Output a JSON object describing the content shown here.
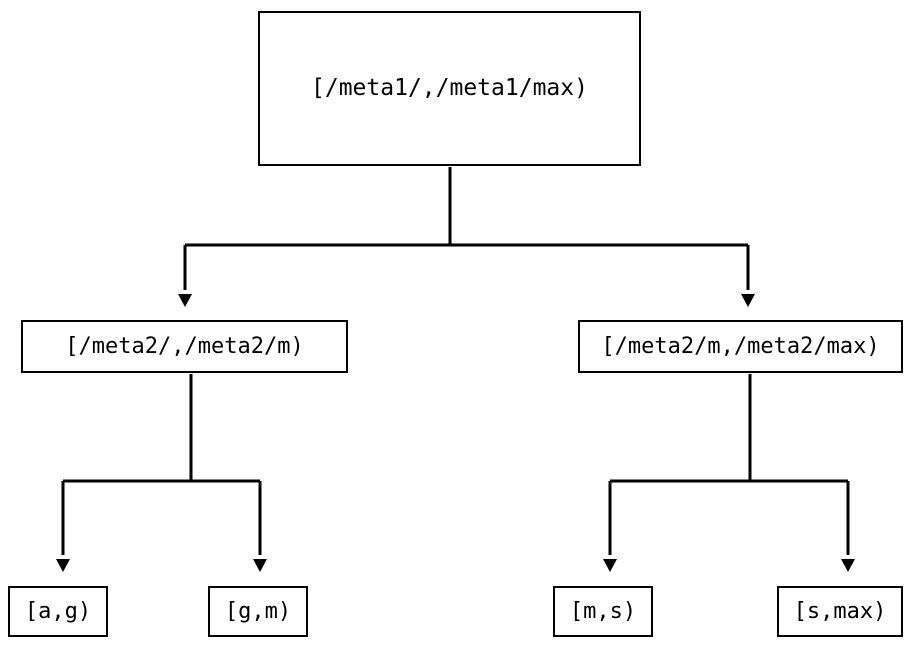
{
  "diagram": {
    "type": "tree",
    "title": "",
    "background_color": "#ffffff",
    "line_color": "#000000",
    "text_color": "#000000",
    "nodes": {
      "root": {
        "label": "[/meta1/,/meta1/max)",
        "level": 0
      },
      "mid_left": {
        "label": "[/meta2/,/meta2/m)",
        "level": 1
      },
      "mid_right": {
        "label": "[/meta2/m,/meta2/max)",
        "level": 1
      },
      "leaves": [
        {
          "label": "[a,g)"
        },
        {
          "label": "[g,m)"
        },
        {
          "label": "[m,s)"
        },
        {
          "label": "[s,max)"
        }
      ]
    },
    "edges": [
      {
        "from": "root",
        "to": "mid_left",
        "arrow": "down-triangle"
      },
      {
        "from": "root",
        "to": "mid_right",
        "arrow": "down-triangle"
      },
      {
        "from": "mid_left",
        "to": "leaf_0",
        "arrow": "down-triangle"
      },
      {
        "from": "mid_left",
        "to": "leaf_1",
        "arrow": "down-triangle"
      },
      {
        "from": "mid_right",
        "to": "leaf_2",
        "arrow": "down-triangle"
      },
      {
        "from": "mid_right",
        "to": "leaf_3",
        "arrow": "down-triangle"
      }
    ]
  }
}
